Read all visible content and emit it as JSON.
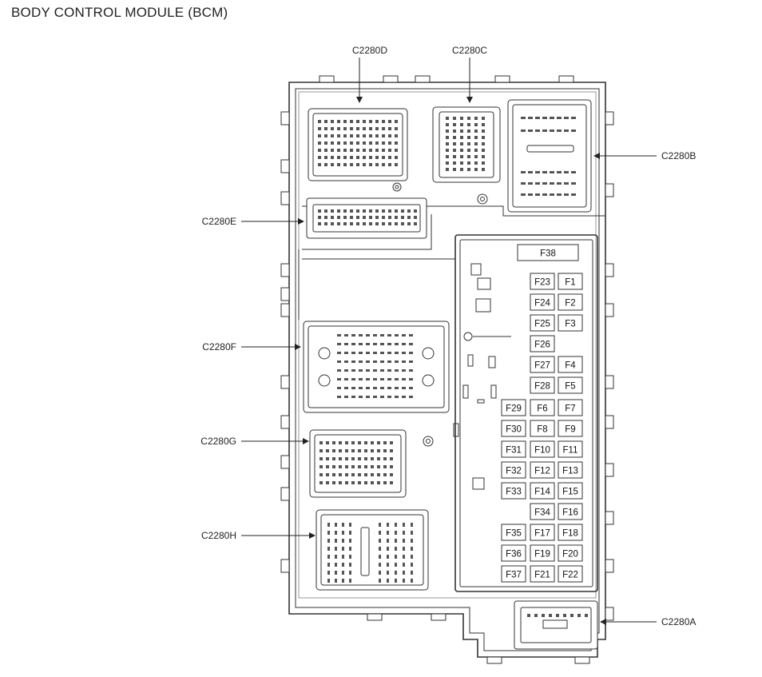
{
  "title": "BODY CONTROL MODULE (BCM)",
  "connectors": [
    {
      "id": "C2280D"
    },
    {
      "id": "C2280C"
    },
    {
      "id": "C2280B"
    },
    {
      "id": "C2280E"
    },
    {
      "id": "C2280F"
    },
    {
      "id": "C2280G"
    },
    {
      "id": "C2280H"
    },
    {
      "id": "C2280A"
    }
  ],
  "fuse_rows": [
    [
      "F38"
    ],
    [
      "F23",
      "F1"
    ],
    [
      "F24",
      "F2"
    ],
    [
      "F25",
      "F3"
    ],
    [
      "F26"
    ],
    [
      "F27",
      "F4"
    ],
    [
      "F28",
      "F5"
    ],
    [
      "F29",
      "F6",
      "F7"
    ],
    [
      "F30",
      "F8",
      "F9"
    ],
    [
      "F31",
      "F10",
      "F11"
    ],
    [
      "F32",
      "F12",
      "F13"
    ],
    [
      "F33",
      "F14",
      "F15"
    ],
    [
      "F34",
      "F16"
    ],
    [
      "F35",
      "F17",
      "F18"
    ],
    [
      "F36",
      "F19",
      "F20"
    ],
    [
      "F37",
      "F21",
      "F22"
    ]
  ]
}
